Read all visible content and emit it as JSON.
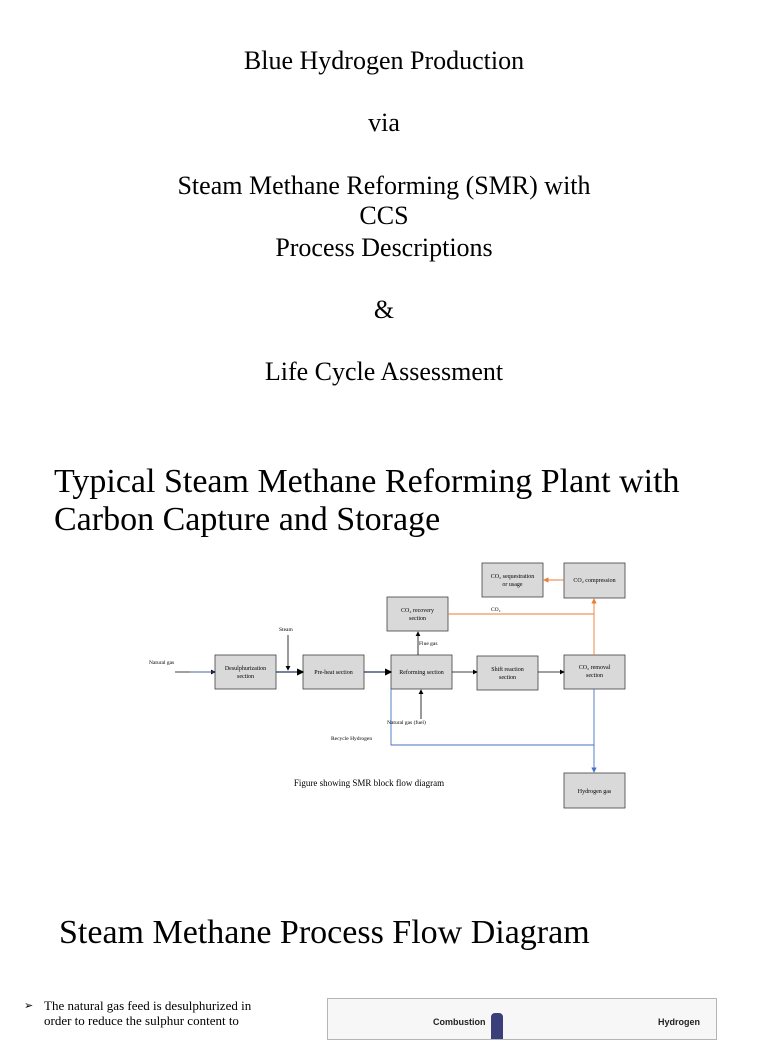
{
  "title": {
    "line1": "Blue Hydrogen Production",
    "line2": "via",
    "line3": "Steam Methane Reforming (SMR) with",
    "line4": "CCS",
    "line5": "Process Descriptions",
    "line6": "&",
    "line7": "Life Cycle Assessment"
  },
  "section1": {
    "heading_line1": "Typical Steam Methane Reforming Plant with",
    "heading_line2": "Carbon Capture and Storage"
  },
  "diagram": {
    "boxes": {
      "desulph": "Desulphurization",
      "desulph2": "section",
      "preheat": "Pre-heat section",
      "reforming": "Reforming section",
      "shift": "Shift reaction",
      "shift2": "section",
      "co2_removal": "CO₂ removal",
      "co2_removal2": "section",
      "co2_recovery": "CO₂ recovery",
      "co2_recovery2": "section",
      "co2_seq": "CO₂ sequestration",
      "co2_seq2": "or usage",
      "co2_comp": "CO₂ compression",
      "hydrogen": "Hydrogen gas"
    },
    "labels": {
      "natural_gas": "Natural gas",
      "steam": "Steam",
      "flue_gas": "Flue gas",
      "co2": "CO₂",
      "natural_gas_fuel": "Natural gas (fuel)",
      "recycle_hydrogen": "Recycle Hydrogen"
    },
    "caption": "Figure showing SMR block flow diagram",
    "colors": {
      "box_fill": "#d9d9d9",
      "box_stroke": "#404040",
      "co2_line": "#ed7d31",
      "hydrogen_line": "#4472c4",
      "main_line": "#1f3864"
    }
  },
  "section2": {
    "heading": "Steam Methane Process Flow Diagram"
  },
  "bullets": {
    "item1_line1": "The natural gas feed is desulphurized in",
    "item1_line2": "order to reduce the sulphur content to"
  },
  "pfd": {
    "label_combustion": "Combustion",
    "label_hydrogen": "Hydrogen"
  }
}
